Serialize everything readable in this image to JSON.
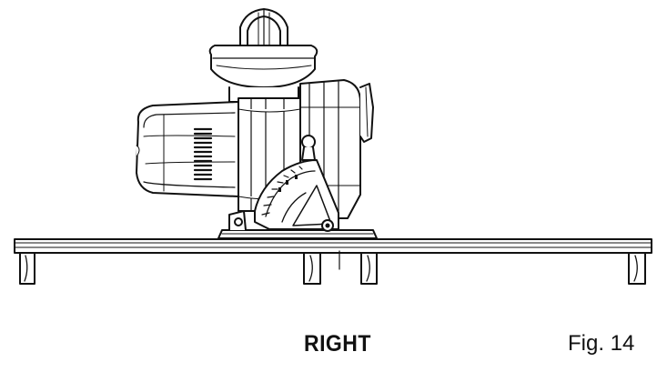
{
  "caption": {
    "view_label": "RIGHT",
    "figure_number": "Fig. 14"
  },
  "illustration": {
    "subject": "circular-saw-on-rail-side-view",
    "ink_color": "#111111",
    "paper_color": "#ffffff"
  }
}
